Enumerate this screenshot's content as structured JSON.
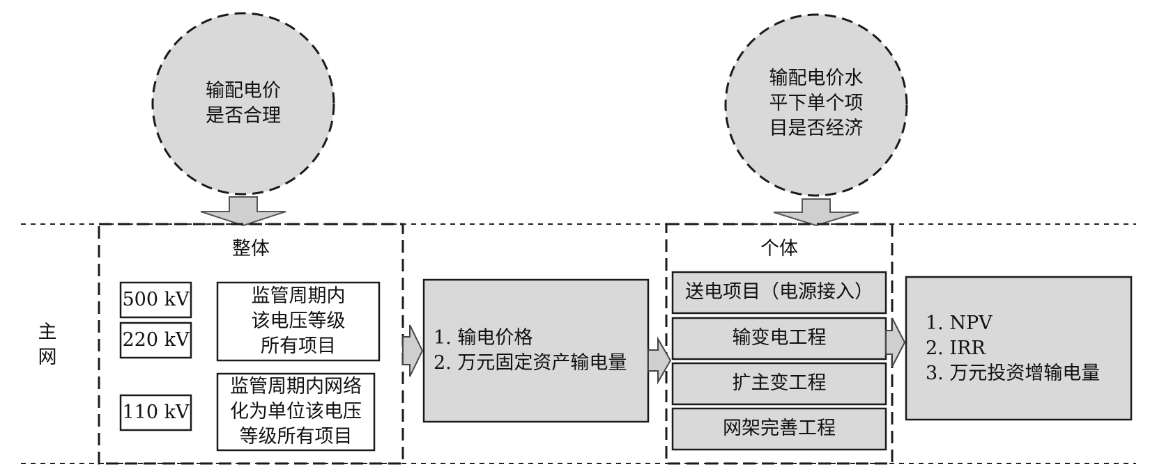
{
  "circles": {
    "left": {
      "lines": [
        "输配电价",
        "是否合理"
      ]
    },
    "right": {
      "lines": [
        "输配电价水",
        "平下单个项",
        "目是否经济"
      ]
    }
  },
  "row_label": {
    "lines": [
      "主",
      "网"
    ]
  },
  "whole": {
    "title": "整体",
    "voltages": [
      "500 kV",
      "220 kV",
      "110 kV"
    ],
    "scope_top": {
      "lines": [
        "监管周期内",
        "该电压等级",
        "所有项目"
      ]
    },
    "scope_bottom": {
      "lines": [
        "监管周期内网络",
        "化为单位该电压",
        "等级所有项目"
      ]
    }
  },
  "whole_indicators": {
    "lines": [
      "1. 输电价格",
      "2. 万元固定资产输电量"
    ]
  },
  "individual": {
    "title": "个体",
    "items": [
      "送电项目（电源接入）",
      "输变电工程",
      "扩主变工程",
      "网架完善工程"
    ]
  },
  "individual_indicators": {
    "lines": [
      "1. NPV",
      "2. IRR",
      "3. 万元投资增输电量"
    ]
  },
  "colors": {
    "fill": "#d9d9d9",
    "stroke": "#1a1a1a",
    "arrow_fill": "#cfcfcf",
    "background": "#ffffff"
  }
}
